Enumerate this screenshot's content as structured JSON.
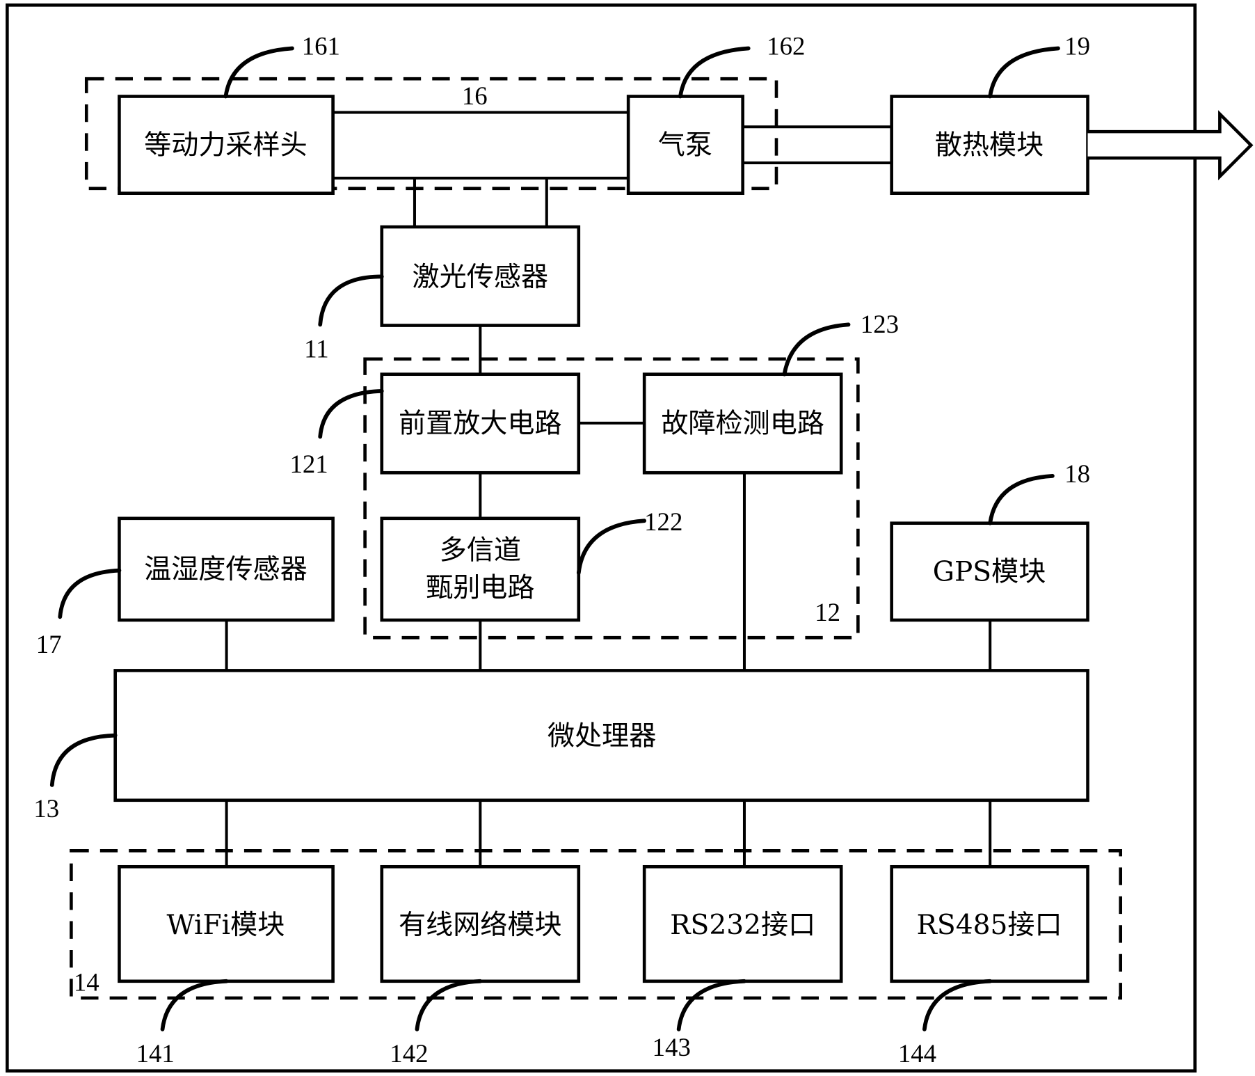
{
  "diagram": {
    "blocks": {
      "sampling_head": {
        "label": "等动力采样头",
        "ref": "161"
      },
      "air_pump": {
        "label": "气泵",
        "ref": "162"
      },
      "heat_module": {
        "label": "散热模块",
        "ref": "19"
      },
      "laser_sensor": {
        "label": "激光传感器",
        "ref": "11"
      },
      "preamp": {
        "label": "前置放大电路",
        "ref": "121"
      },
      "fault_detect": {
        "label": "故障检测电路",
        "ref": "123"
      },
      "multichannel_line1": "多信道",
      "multichannel_line2": "甄别电路",
      "multichannel_ref": "122",
      "temp_humidity": {
        "label": "温湿度传感器",
        "ref": "17"
      },
      "gps": {
        "label": "GPS模块",
        "ref": "18"
      },
      "microprocessor": {
        "label": "微处理器",
        "ref": "13"
      },
      "wifi": {
        "label": "WiFi模块",
        "ref": "141"
      },
      "wired_net": {
        "label": "有线网络模块",
        "ref": "142"
      },
      "rs232": {
        "label": "RS232接口",
        "ref": "143"
      },
      "rs485": {
        "label": "RS485接口",
        "ref": "144"
      }
    },
    "groups": {
      "gas_path": "16",
      "signal_circuit": "12",
      "comm": "14"
    }
  }
}
